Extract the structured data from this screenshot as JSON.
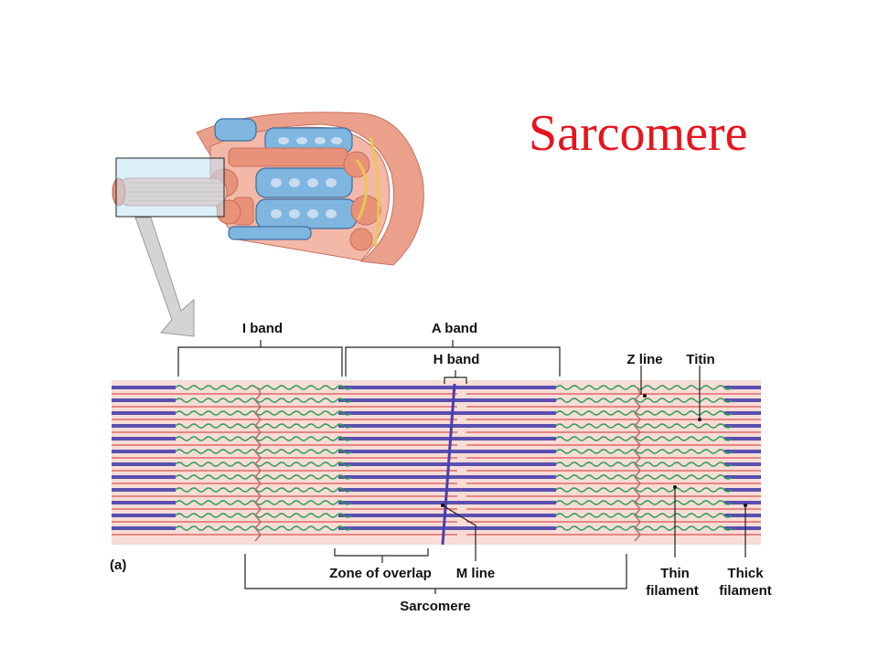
{
  "title": "Sarcomere",
  "labels": {
    "i_band": "I band",
    "a_band": "A band",
    "h_band": "H band",
    "z_line": "Z line",
    "titin": "Titin",
    "panel": "(a)",
    "zone_of_overlap": "Zone of overlap",
    "m_line": "M line",
    "thin_filament_1": "Thin",
    "thin_filament_2": "filament",
    "thick_filament_1": "Thick",
    "thick_filament_2": "filament",
    "sarcomere": "Sarcomere"
  },
  "colors": {
    "title": "#e8141c",
    "thick_filament": "#5a4fb0",
    "thin_filament": "#d9534f",
    "titin": "#2e9e55",
    "background_band": "#f8dcd6",
    "z_line": "#b07070",
    "m_line": "#4a3fb0"
  },
  "icons": {
    "pointer": "gray-callout-arrow-icon",
    "illustration": "muscle-fiber-cross-section-icon"
  }
}
